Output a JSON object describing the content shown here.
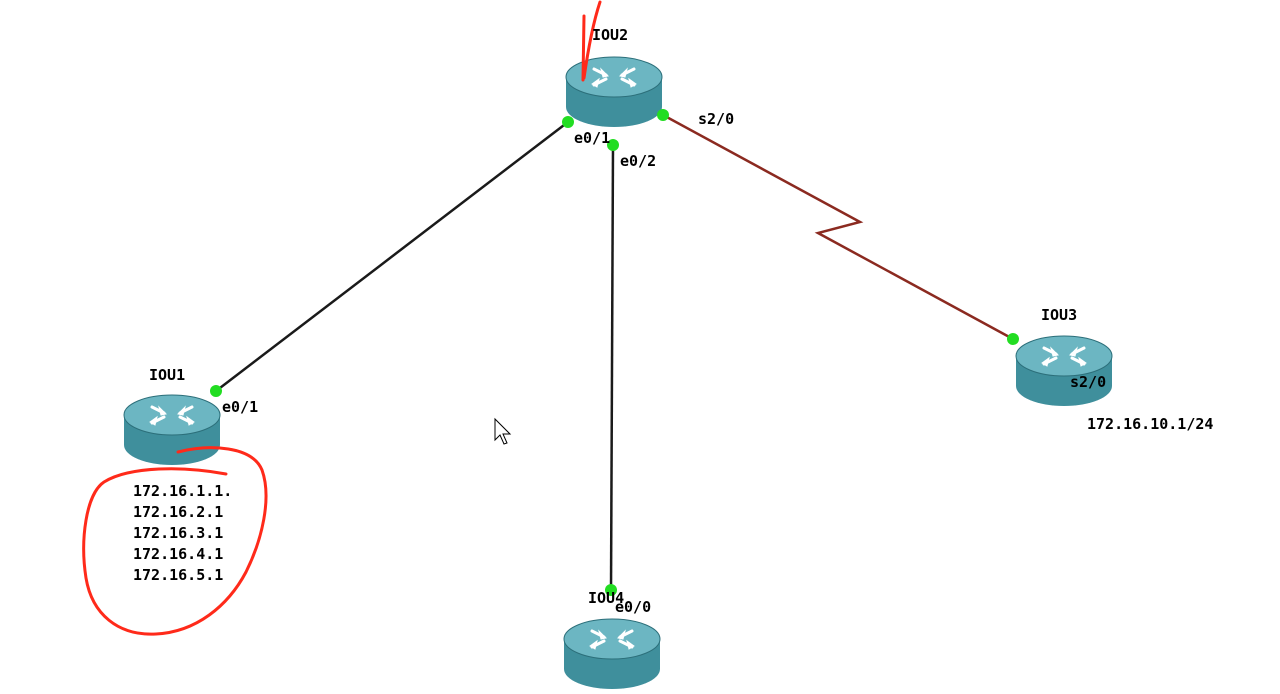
{
  "topology": {
    "routers": [
      {
        "id": "iou1",
        "name": "IOU1"
      },
      {
        "id": "iou2",
        "name": "IOU2"
      },
      {
        "id": "iou3",
        "name": "IOU3"
      },
      {
        "id": "iou4",
        "name": "IOU4"
      }
    ],
    "links": [
      {
        "from": "IOU2",
        "to": "IOU1",
        "from_port": "e0/1",
        "to_port": "e0/1",
        "type": "ethernet"
      },
      {
        "from": "IOU2",
        "to": "IOU4",
        "from_port": "e0/2",
        "to_port": "e0/0",
        "type": "ethernet"
      },
      {
        "from": "IOU2",
        "to": "IOU3",
        "from_port": "s2/0",
        "to_port": "s2/0",
        "type": "serial"
      }
    ],
    "port_labels": {
      "iou1_e01": "e0/1",
      "iou2_e01": "e0/1",
      "iou2_e02": "e0/2",
      "iou2_s20": "s2/0",
      "iou3_s20": "s2/0",
      "iou4_e00": "e0/0"
    },
    "iou1_addresses": [
      "172.16.1.1.",
      "172.16.2.1",
      "172.16.3.1",
      "172.16.4.1",
      "172.16.5.1"
    ],
    "iou3_address": "172.16.10.1/24"
  },
  "colors": {
    "ethernet_link": "#1a1a1a",
    "serial_link": "#8b2a20",
    "port_dot": "#22dd22",
    "router_body": "#3f8f9c",
    "router_top": "#6cb6c2",
    "annotation": "#ff2a1a"
  },
  "icons": [
    "router-icon",
    "mouse-cursor-icon"
  ]
}
